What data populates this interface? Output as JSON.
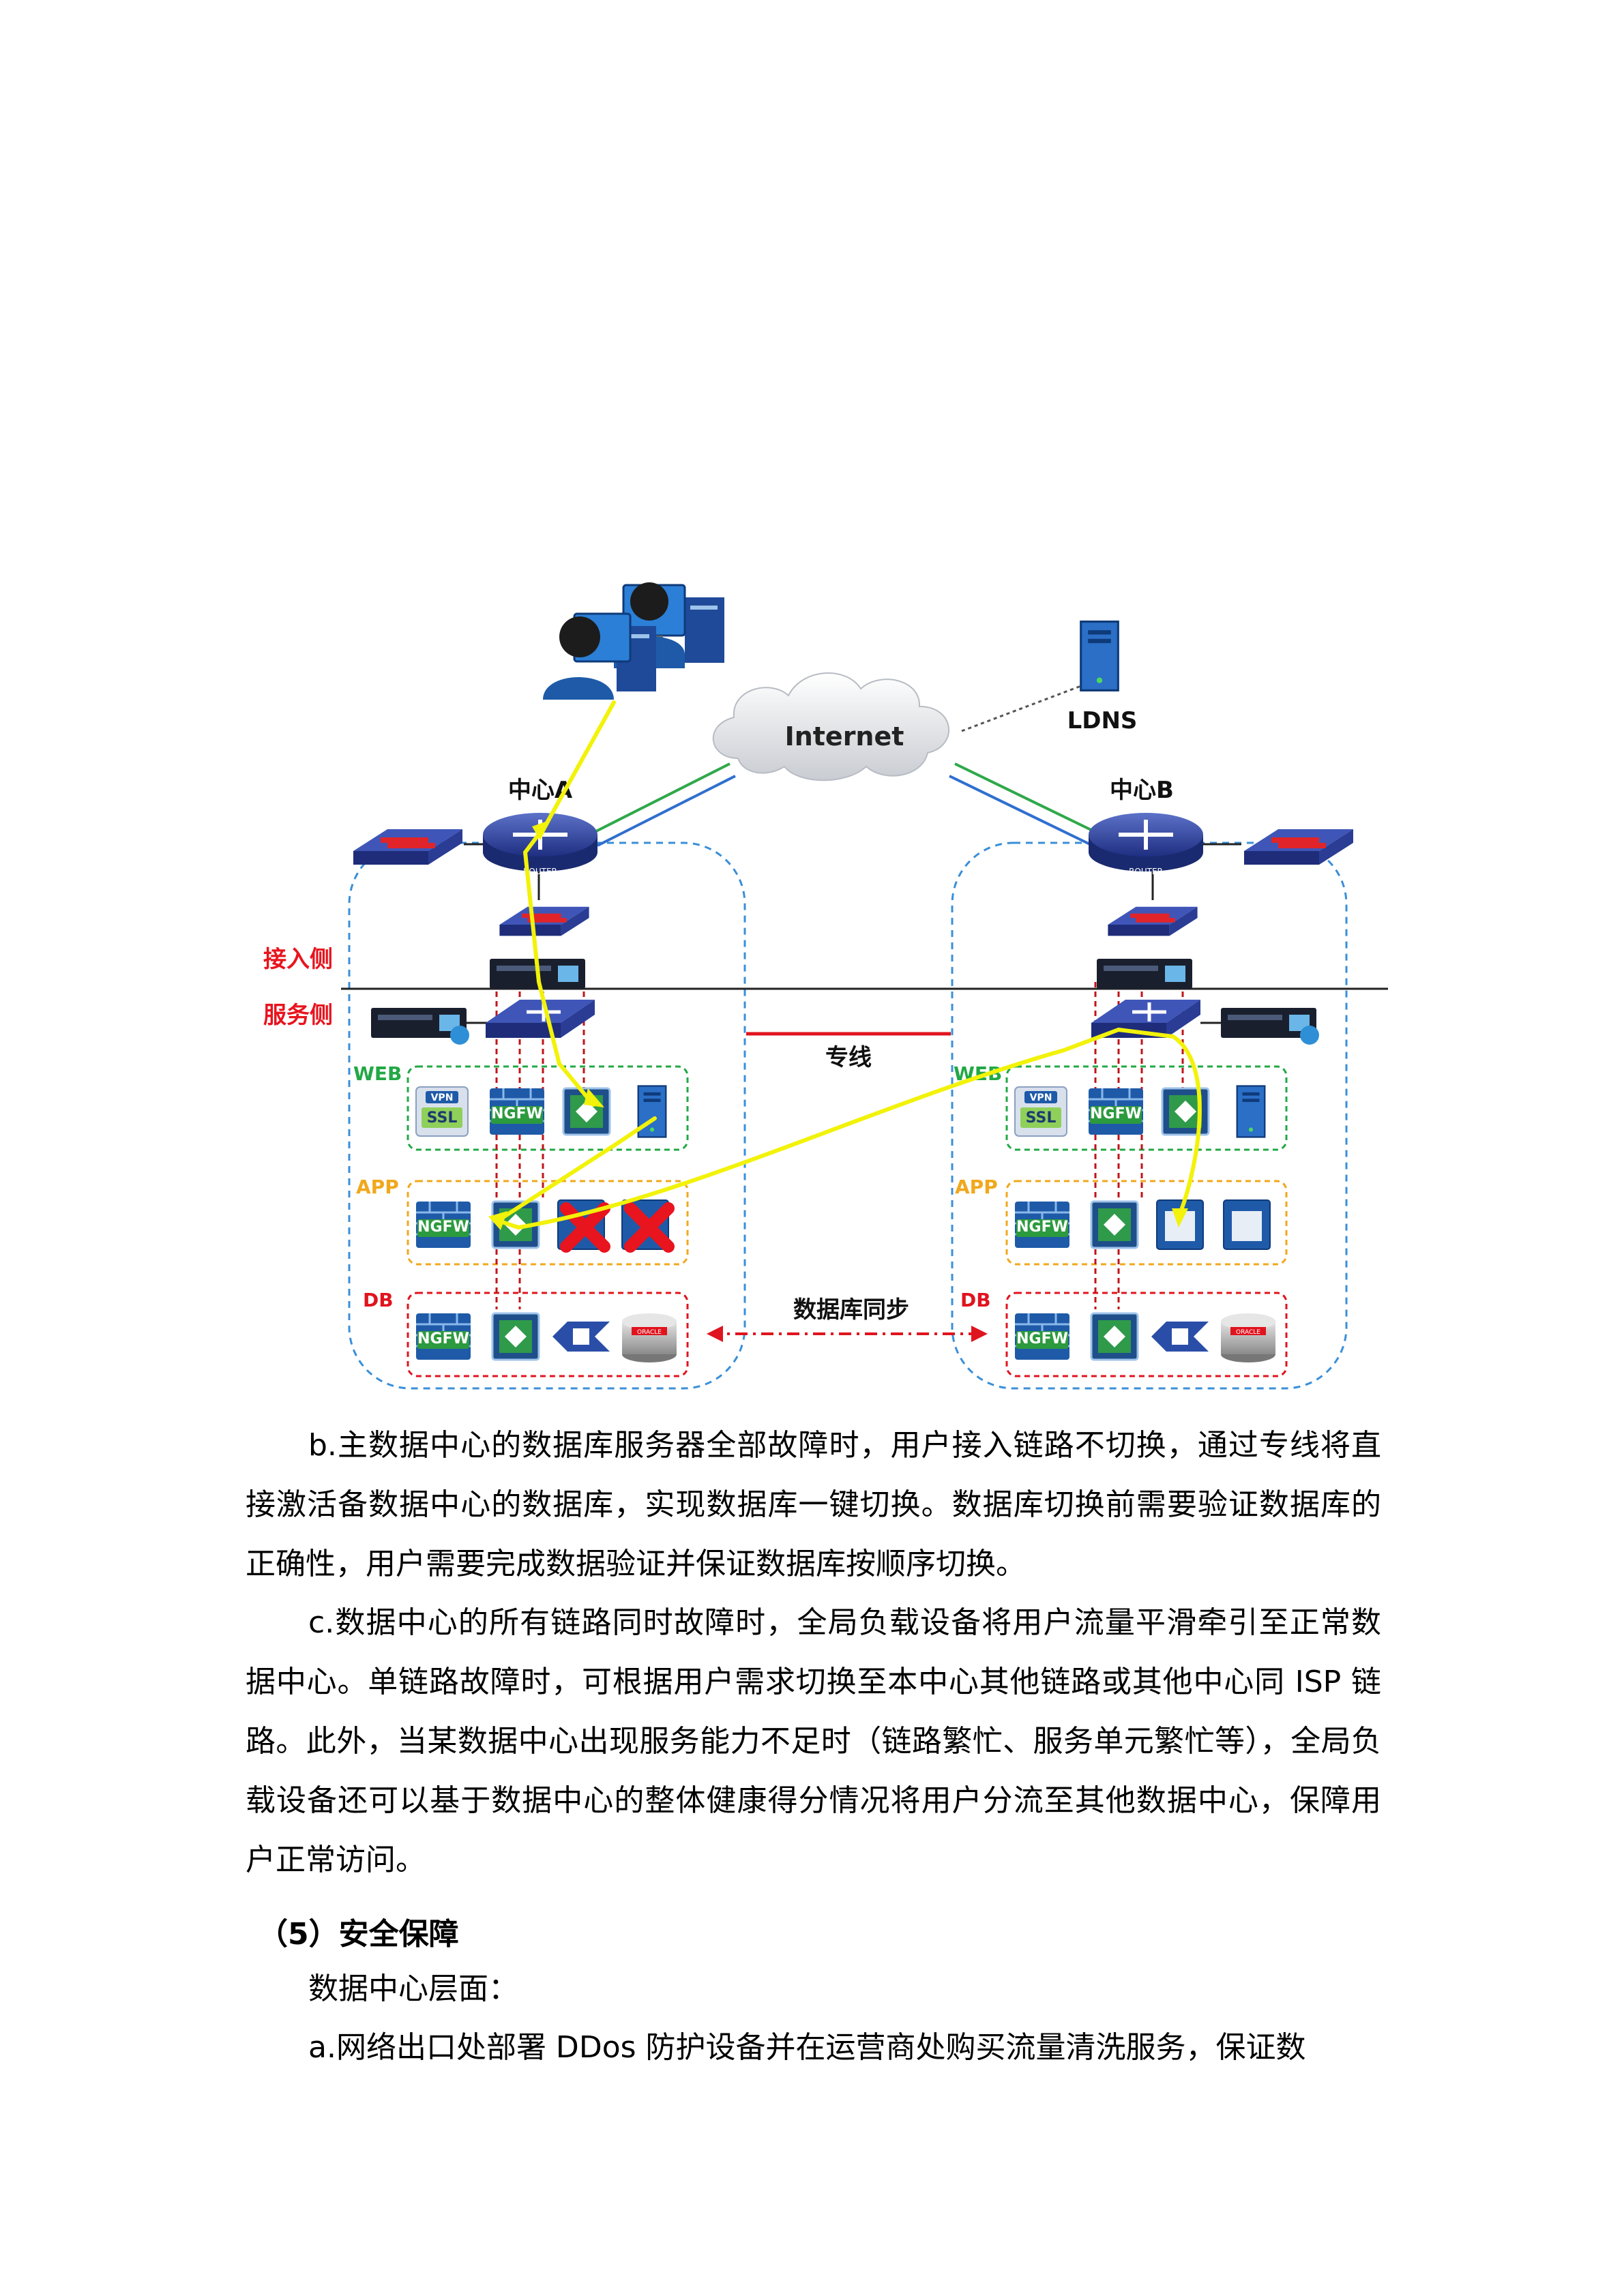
{
  "diagram": {
    "cloud_label": "Internet",
    "ldns_label": "LDNS",
    "center_a_label": "中心A",
    "center_b_label": "中心B",
    "access_side_label": "接入侧",
    "service_side_label": "服务侧",
    "leased_line_label": "专线",
    "db_sync_label": "数据库同步",
    "router_tag": "ROUTER",
    "tier_web": "WEB",
    "tier_app": "APP",
    "tier_db": "DB",
    "vpn_tag": "VPN",
    "ssl_tag": "SSL",
    "ngfw_tag": "NGFW",
    "oracle_tag": "ORACLE",
    "colors": {
      "red_label": "#e8141e",
      "web_green": "#22a845",
      "app_orange": "#f0a81c",
      "db_red": "#e0141e",
      "zone_blue": "#3a8fd8",
      "yellow_path": "#f2f20a"
    }
  },
  "text": {
    "para_b": "b.主数据中心的数据库服务器全部故障时，用户接入链路不切换，通过专线将直接激活备数据中心的数据库，实现数据库一键切换。数据库切换前需要验证数据库的正确性，用户需要完成数据验证并保证数据库按顺序切换。",
    "para_c": "c.数据中心的所有链路同时故障时，全局负载设备将用户流量平滑牵引至正常数据中心。单链路故障时，可根据用户需求切换至本中心其他链路或其他中心同 ISP 链路。此外，当某数据中心出现服务能力不足时（链路繁忙、服务单元繁忙等），全局负载设备还可以基于数据中心的整体健康得分情况将用户分流至其他数据中心，保障用户正常访问。",
    "heading_5": "（5）安全保障",
    "sub_heading": "数据中心层面：",
    "para_a": "a.网络出口处部署 DDos 防护设备并在运营商处购买流量清洗服务，保证数"
  }
}
